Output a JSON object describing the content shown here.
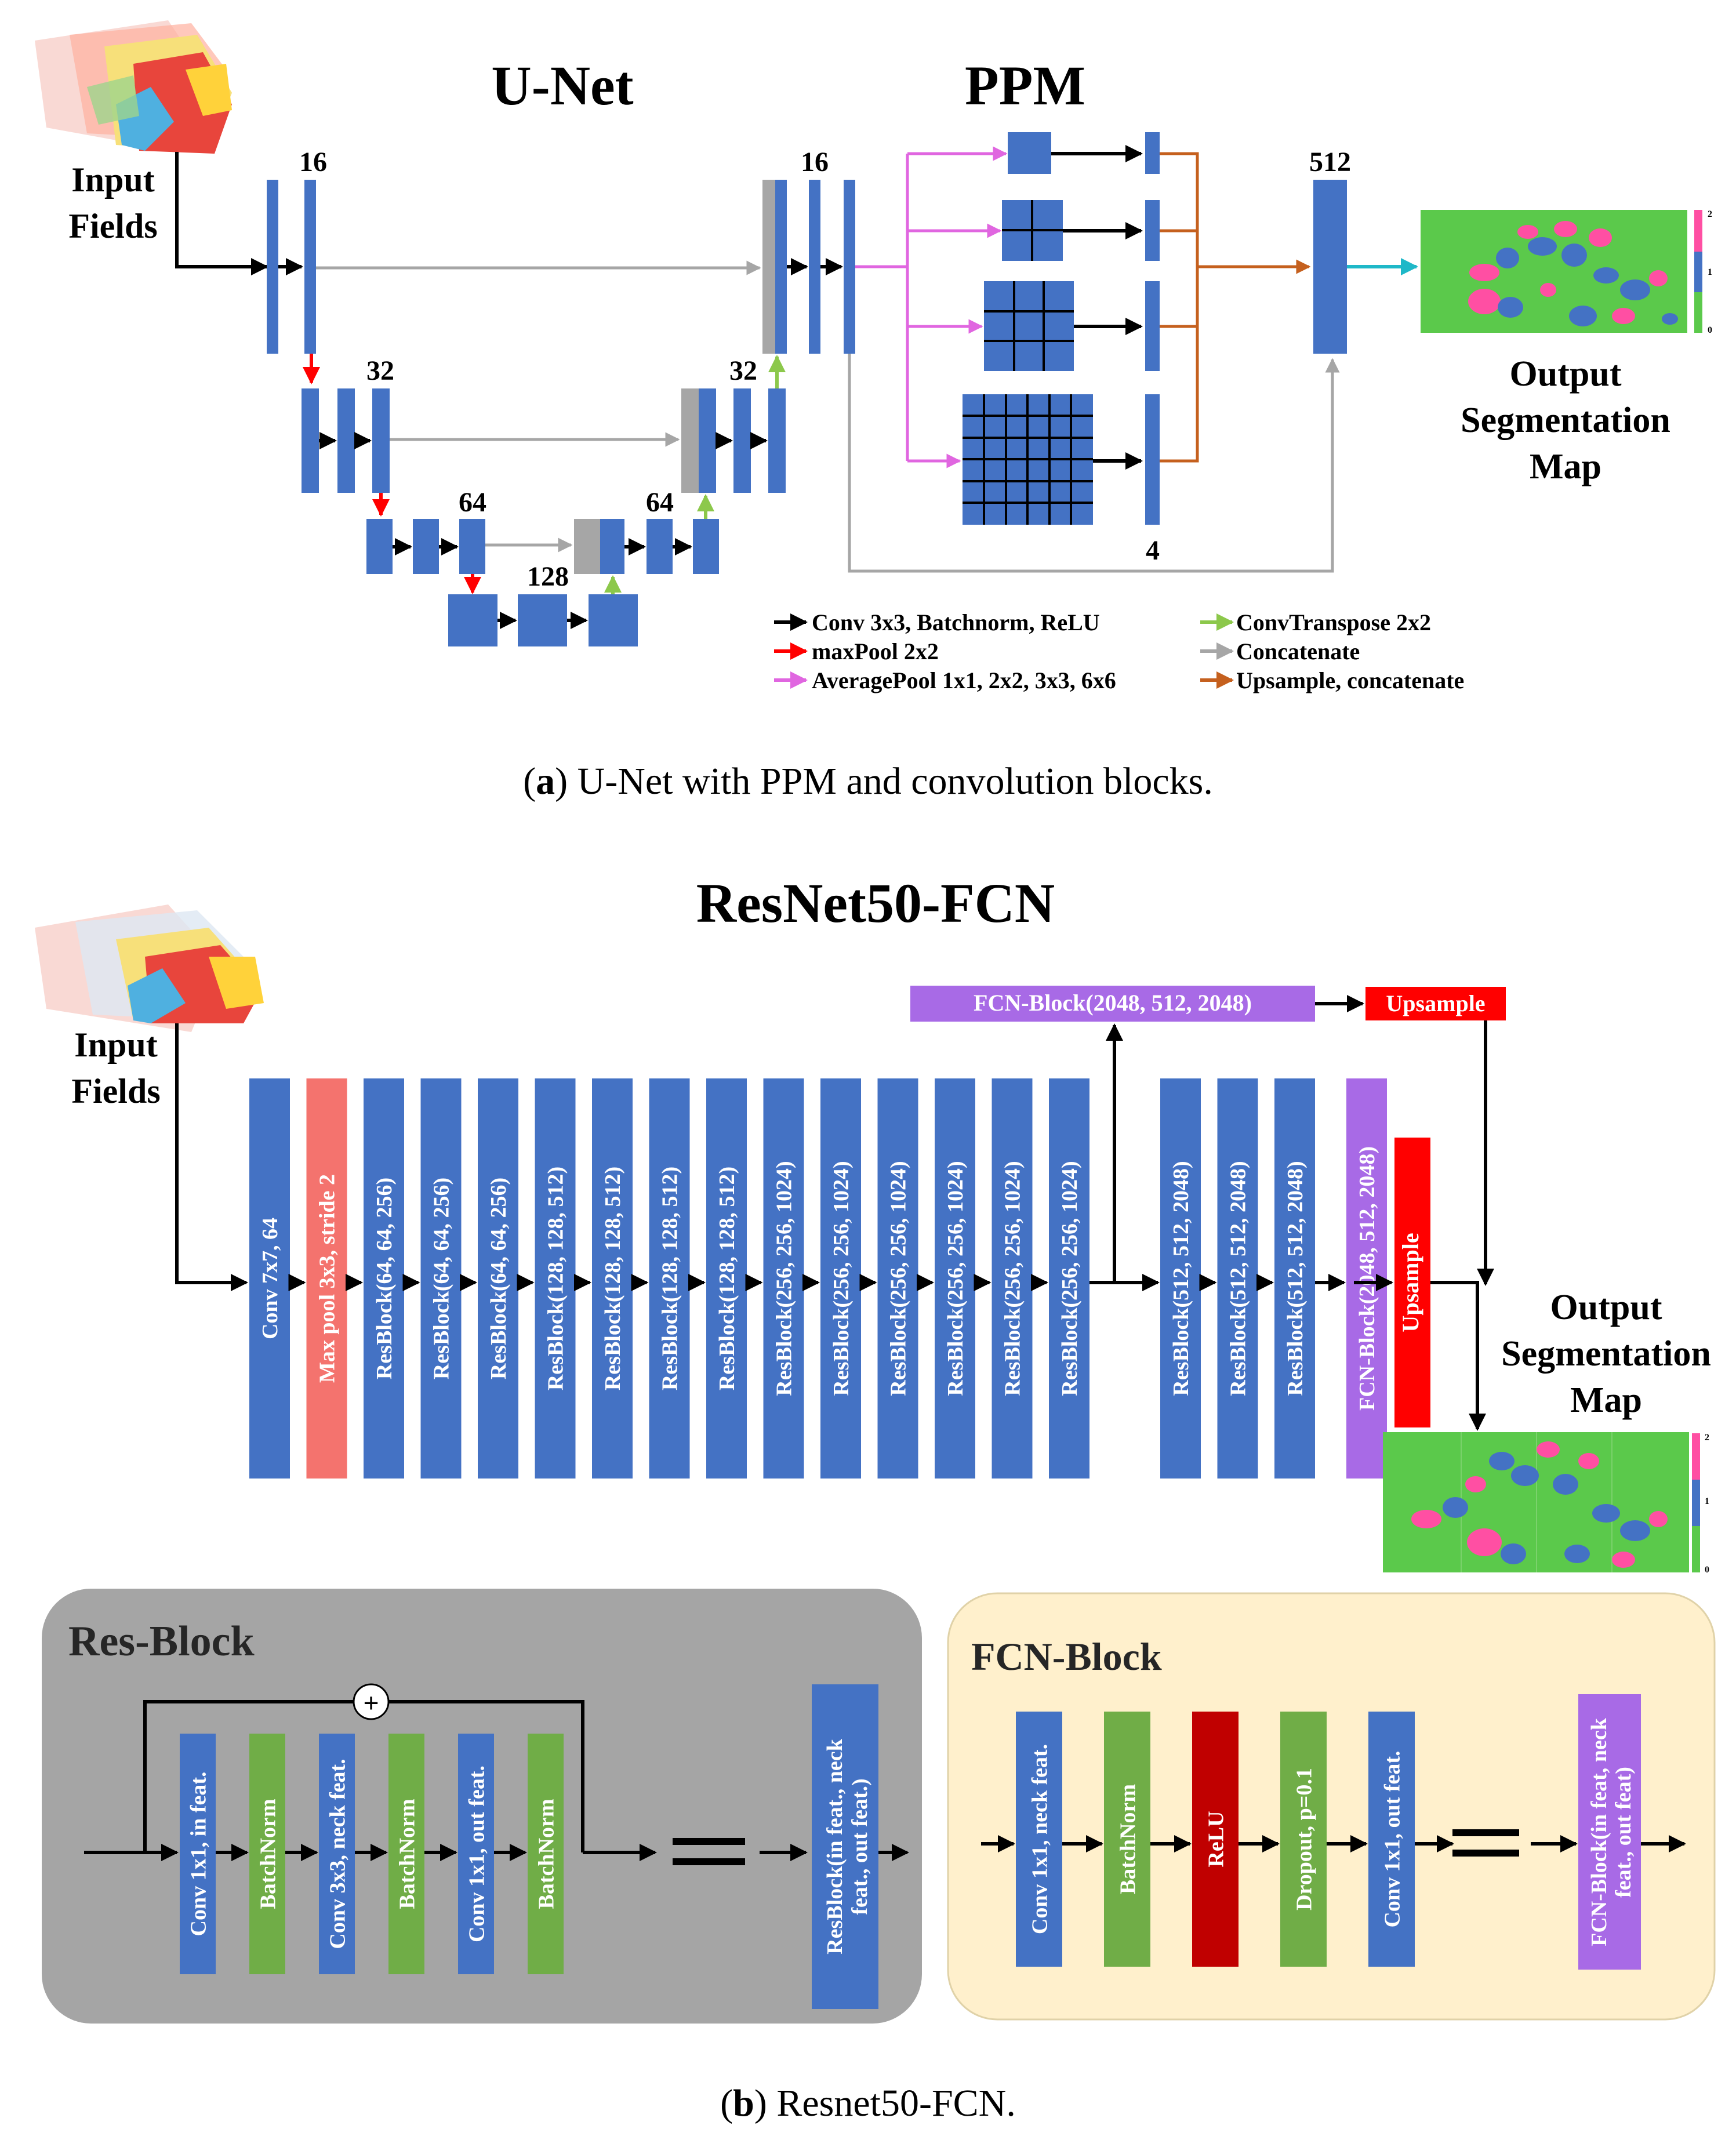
{
  "colors": {
    "blue": "#4472C4",
    "gray": "#A6A6A6",
    "green": "#70AD47",
    "salmon": "#F4736E",
    "purple": "#A86AE6",
    "red": "#FF0000",
    "darkred": "#C00000",
    "magenta": "#FF4FA3",
    "seg_green": "#5BC94B",
    "pink_arrow": "#E066E0",
    "orange_arrow": "#C5601E",
    "cyan_arrow": "#1FB8C8",
    "lightgreen_arrow": "#8CC84B",
    "resblock_bg": "#A5A5A5",
    "fcnblock_bg": "#FFF0CC"
  },
  "unet": {
    "title": "U-Net",
    "ppm_title": "PPM",
    "input_label": [
      "Input",
      "Fields"
    ],
    "channel_labels": {
      "l1": "16",
      "l2": "32",
      "l3": "64",
      "bottom": "128",
      "d3": "64",
      "d2": "32",
      "d1": "16",
      "ppm": "512",
      "ppm_branch": "4"
    },
    "output_label": [
      "Output",
      "Segmentation",
      "Map"
    ],
    "legend": [
      {
        "color": "#000000",
        "label": "Conv 3x3, Batchnorm, ReLU"
      },
      {
        "color": "#FF0000",
        "label": "maxPool 2x2"
      },
      {
        "color": "#E066E0",
        "label": "AveragePool 1x1, 2x2, 3x3, 6x6"
      },
      {
        "color": "#8CC84B",
        "label": "ConvTranspose 2x2"
      },
      {
        "color": "#A6A6A6",
        "label": "Concatenate"
      },
      {
        "color": "#C5601E",
        "label": "Upsample, concatenate"
      }
    ],
    "colorbar_ticks": [
      "2",
      "1",
      "0"
    ]
  },
  "caption_a": {
    "letter": "a",
    "text": " U-Net with PPM and convolution blocks."
  },
  "resnet": {
    "title": "ResNet50-FCN",
    "input_label": [
      "Input",
      "Fields"
    ],
    "blocks": [
      {
        "label": "Conv 7x7, 64",
        "kind": "blue"
      },
      {
        "label": "Max pool 3x3, stride 2",
        "kind": "salmon"
      },
      {
        "label": "ResBlock(64, 64, 256)",
        "kind": "blue"
      },
      {
        "label": "ResBlock(64, 64, 256)",
        "kind": "blue"
      },
      {
        "label": "ResBlock(64, 64, 256)",
        "kind": "blue"
      },
      {
        "label": "ResBlock(128, 128, 512)",
        "kind": "blue"
      },
      {
        "label": "ResBlock(128, 128, 512)",
        "kind": "blue"
      },
      {
        "label": "ResBlock(128, 128, 512)",
        "kind": "blue"
      },
      {
        "label": "ResBlock(128, 128, 512)",
        "kind": "blue"
      },
      {
        "label": "ResBlock(256, 256, 1024)",
        "kind": "blue"
      },
      {
        "label": "ResBlock(256, 256, 1024)",
        "kind": "blue"
      },
      {
        "label": "ResBlock(256, 256, 1024)",
        "kind": "blue"
      },
      {
        "label": "ResBlock(256, 256, 1024)",
        "kind": "blue"
      },
      {
        "label": "ResBlock(256, 256, 1024)",
        "kind": "blue"
      },
      {
        "label": "ResBlock(256, 256, 1024)",
        "kind": "blue"
      },
      {
        "label": "ResBlock(512, 512, 2048)",
        "kind": "blue"
      },
      {
        "label": "ResBlock(512, 512, 2048)",
        "kind": "blue"
      },
      {
        "label": "ResBlock(512, 512, 2048)",
        "kind": "blue"
      },
      {
        "label": "FCN-Block(2048, 512, 2048)",
        "kind": "purple"
      }
    ],
    "upsample_label": "Upsample",
    "branch_fcn_label": "FCN-Block(2048, 512, 2048)",
    "branch_upsample_label": "Upsample",
    "output_label": [
      "Output",
      "Segmentation",
      "Map"
    ],
    "colorbar_ticks": [
      "2",
      "1",
      "0"
    ]
  },
  "res_block": {
    "title": "Res-Block",
    "plus": "+",
    "layers": [
      {
        "label": "Conv 1x1, in feat.",
        "kind": "blue"
      },
      {
        "label": "BatchNorm",
        "kind": "green"
      },
      {
        "label": "Conv 3x3, neck feat.",
        "kind": "blue"
      },
      {
        "label": "BatchNorm",
        "kind": "green"
      },
      {
        "label": "Conv 1x1, out feat.",
        "kind": "blue"
      },
      {
        "label": "BatchNorm",
        "kind": "green"
      }
    ],
    "equiv_lines": [
      "ResBlock(in feat., neck",
      "feat., out feat.)"
    ]
  },
  "fcn_block": {
    "title": "FCN-Block",
    "layers": [
      {
        "label": "Conv 1x1, neck feat.",
        "kind": "blue"
      },
      {
        "label": "BatchNorm",
        "kind": "green"
      },
      {
        "label": "ReLU",
        "kind": "darkred"
      },
      {
        "label": "Dropout, p=0.1",
        "kind": "green"
      },
      {
        "label": "Conv 1x1, out feat.",
        "kind": "blue"
      }
    ],
    "equiv_lines": [
      "FCN-Block(in feat, neck",
      "feat., out feat)"
    ]
  },
  "caption_b": {
    "letter": "b",
    "text": " Resnet50-FCN."
  }
}
